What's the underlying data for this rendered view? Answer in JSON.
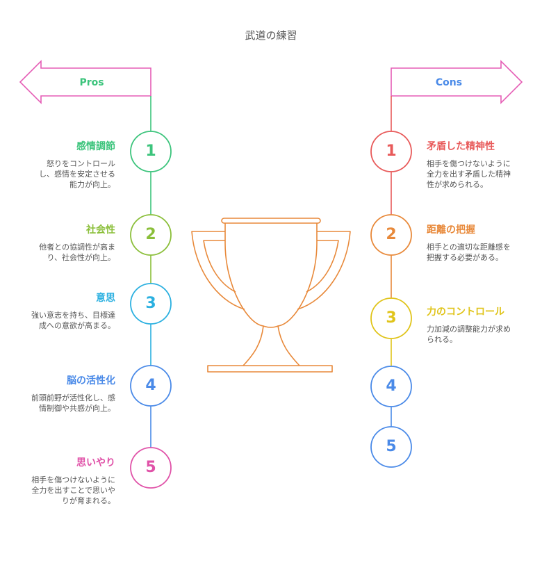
{
  "title": "武道の練習",
  "colors": {
    "arrow": "#e55db5",
    "trophy": "#e8893a",
    "text_gray": "#555555"
  },
  "pros": {
    "label": "Pros",
    "label_color": "#3cc47c",
    "items": [
      {
        "number": "1",
        "heading": "感情調節",
        "description": "怒りをコントロールし、感情を安定させる能力が向上。",
        "color": "#3cc47c"
      },
      {
        "number": "2",
        "heading": "社会性",
        "description": "他者との協調性が高まり、社会性が向上。",
        "color": "#8bbf3a"
      },
      {
        "number": "3",
        "heading": "意思",
        "description": "強い意志を持ち、目標達成への意欲が高まる。",
        "color": "#2bb0e0"
      },
      {
        "number": "4",
        "heading": "脳の活性化",
        "description": "前頭前野が活性化し、感情制御や共感が向上。",
        "color": "#4a8ae8"
      },
      {
        "number": "5",
        "heading": "思いやり",
        "description": "相手を傷つけないように全力を出すことで思いやりが育まれる。",
        "color": "#e052a8"
      }
    ]
  },
  "cons": {
    "label": "Cons",
    "label_color": "#4a8ae8",
    "items": [
      {
        "number": "1",
        "heading": "矛盾した精神性",
        "description": "相手を傷つけないように全力を出す矛盾した精神性が求められる。",
        "color": "#e85a5a"
      },
      {
        "number": "2",
        "heading": "距離の把握",
        "description": "相手との適切な距離感を把握する必要がある。",
        "color": "#e8893a"
      },
      {
        "number": "3",
        "heading": "力のコントロール",
        "description": "力加減の調整能力が求められる。",
        "color": "#e0c41a"
      },
      {
        "number": "4",
        "heading": "",
        "description": "",
        "color": "#4a8ae8"
      },
      {
        "number": "5",
        "heading": "",
        "description": "",
        "color": "#4a8ae8"
      }
    ]
  }
}
